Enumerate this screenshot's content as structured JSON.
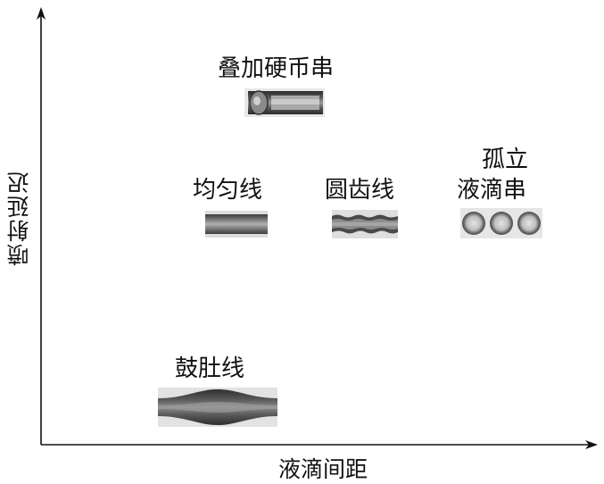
{
  "axes": {
    "x_label": "液滴间距",
    "y_label": "喷射延迟"
  },
  "regimes": [
    {
      "id": "stacked-coins",
      "label": "叠加硬币串"
    },
    {
      "id": "uniform-line",
      "label": "均匀线"
    },
    {
      "id": "scalloped-line",
      "label": "圆齿线"
    },
    {
      "id": "isolated-droplets",
      "label_line1": "孤立",
      "label_line2": "液滴串"
    },
    {
      "id": "bulging-line",
      "label": "鼓肚线"
    }
  ],
  "colors": {
    "ink": "#111111",
    "swatch_dark": "#3a3a3a",
    "swatch_mid": "#7a7a7a",
    "swatch_light": "#c8c8c8"
  }
}
